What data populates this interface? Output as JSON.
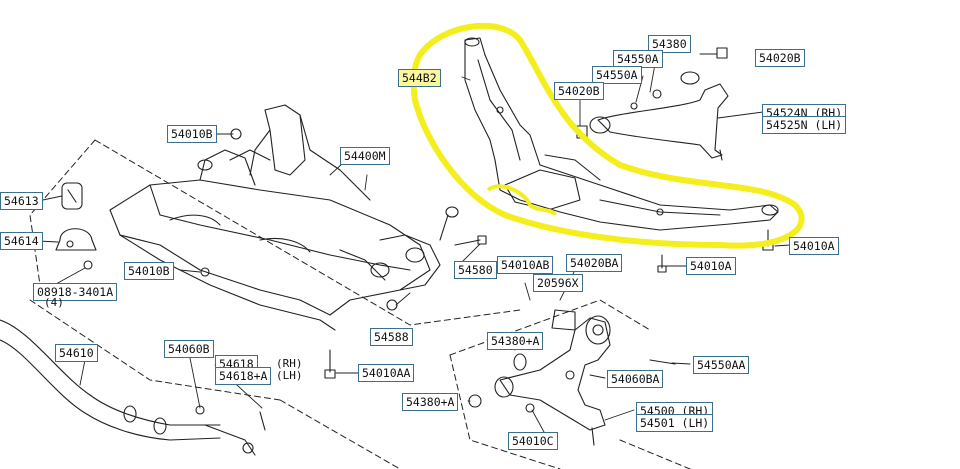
{
  "diagram": {
    "highlight_color": "#f4ee1c",
    "frame_color": "#3b6f8c",
    "labels": {
      "l_54613": "54613",
      "l_54614": "54614",
      "l_08918": "08918-3401A",
      "l_08918_qty": "(4)",
      "l_54010B_a": "54010B",
      "l_54010B_b": "54010B",
      "l_54400M": "54400M",
      "l_544B2": "544B2",
      "l_54380": "54380",
      "l_54550A_a": "54550A",
      "l_54550A_b": "54550A",
      "l_54020B_a": "54020B",
      "l_54020B_b": "54020B",
      "l_54524N": "54524N (RH)",
      "l_54525N": "54525N (LH)",
      "l_54010A_a": "54010A",
      "l_54010A_b": "54010A",
      "l_54580": "54580",
      "l_54010AB": "54010AB",
      "l_54020BA": "54020BA",
      "l_20596X": "20596X",
      "l_54588": "54588",
      "l_54380A_a": "54380+A",
      "l_54380A_b": "54380+A",
      "l_54550AA": "54550AA",
      "l_54060BA": "54060BA",
      "l_54500": "54500 (RH)",
      "l_54501": "54501 (LH)",
      "l_54010C": "54010C",
      "l_54010AA": "54010AA",
      "l_54060B": "54060B",
      "l_54618": "54618",
      "l_54618_rh": "(RH)",
      "l_54618A": "54618+A",
      "l_54618A_lh": "(LH)",
      "l_54610": "54610"
    }
  }
}
